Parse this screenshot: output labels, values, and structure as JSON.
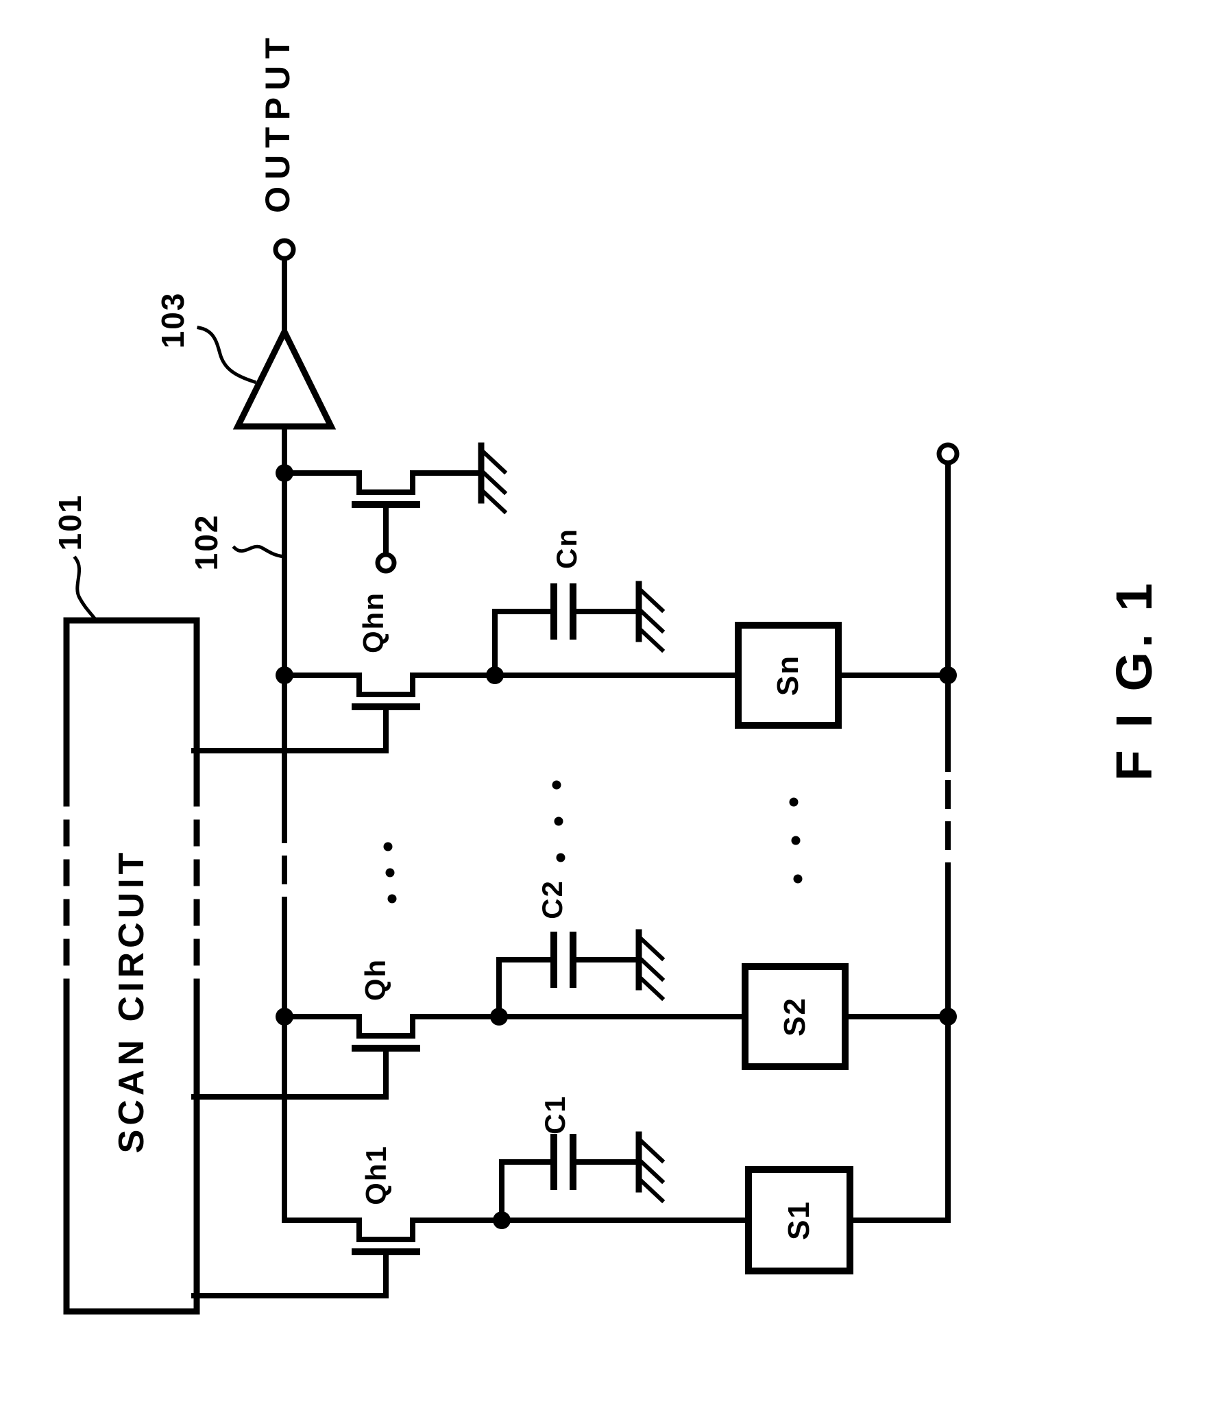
{
  "figure": {
    "caption": "F I G. 1",
    "output_label": "OUTPUT",
    "scan_circuit_label": "SCAN CIRCUIT",
    "reference_numerals": {
      "scan_circuit": "101",
      "video_line": "102",
      "amplifier": "103"
    },
    "transistor_labels": {
      "first": "Qh1",
      "second": "Qh",
      "nth": "Qhn"
    },
    "capacitor_labels": {
      "first": "C1",
      "second": "C2",
      "nth": "Cn"
    },
    "sensor_labels": {
      "first": "S1",
      "second": "S2",
      "nth": "Sn"
    },
    "colors": {
      "ink": "#000000",
      "paper": "#ffffff"
    }
  }
}
